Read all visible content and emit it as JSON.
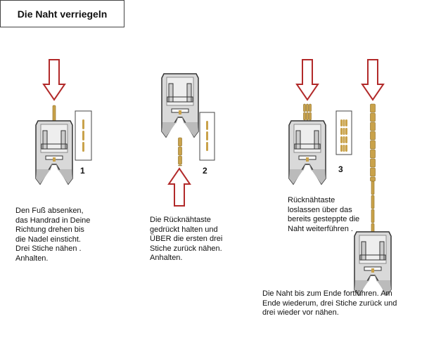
{
  "title": "Die Naht verriegeln",
  "colors": {
    "arrow": "#b22a2a",
    "thread": "#c9a24a",
    "foot": "#d9d9d9"
  },
  "steps": [
    {
      "number": "1",
      "text": "Den Fuß absenken,\ndas Handrad in Deine\nRichtung drehen bis\ndie Nadel einsticht.\nDrei Stiche nähen .\nAnhalten."
    },
    {
      "number": "2",
      "text": "Die Rücknähtaste\ngedrückt halten und\nÜBER die ersten drei\nStiche zurück nähen.\nAnhalten."
    },
    {
      "number": "3",
      "text": "Rücknähtaste\nloslassen über das\nbereits gesteppte die\nNaht weiterführen ."
    },
    {
      "text": "Die Naht bis zum Ende fortführen. Am\nEnde wiederum, drei Stiche zurück und\ndrei wieder vor nähen."
    }
  ]
}
